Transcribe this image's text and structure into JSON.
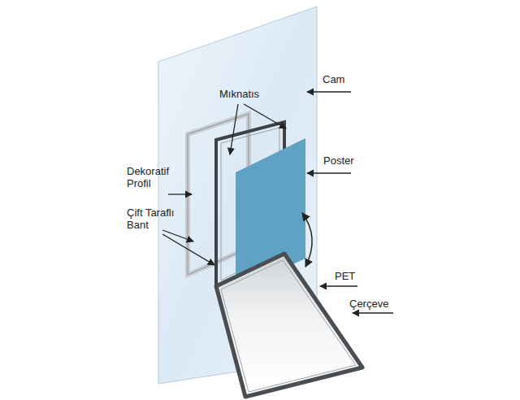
{
  "diagram": {
    "labels": [
      "Cam",
      "Mıknatıs",
      "Poster",
      "Dekoratif Profil",
      "Çift Taraflı Bant",
      "PET",
      "Çerçeve"
    ]
  }
}
